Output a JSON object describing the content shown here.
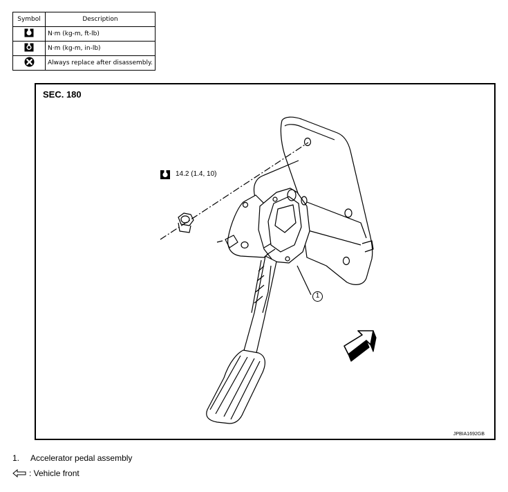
{
  "legend": {
    "header_symbol": "Symbol",
    "header_description": "Description",
    "rows": [
      {
        "icon": "torque-wrench-icon",
        "description": "N·m (kg-m, ft-lb)"
      },
      {
        "icon": "torque-wrench-filled-icon",
        "description": "N·m (kg-m, in-lb)"
      },
      {
        "icon": "replace-cross-icon",
        "description": "Always replace after disassembly."
      }
    ]
  },
  "figure": {
    "section": "SEC. 180",
    "torque_value": "14.2 (1.4, 10)",
    "callout_number": "1",
    "figure_code": "JPBIA1692GB"
  },
  "captions": {
    "item_number": "1.",
    "item_label": "Accelerator pedal assembly",
    "vehicle_front_label": ": Vehicle front"
  }
}
